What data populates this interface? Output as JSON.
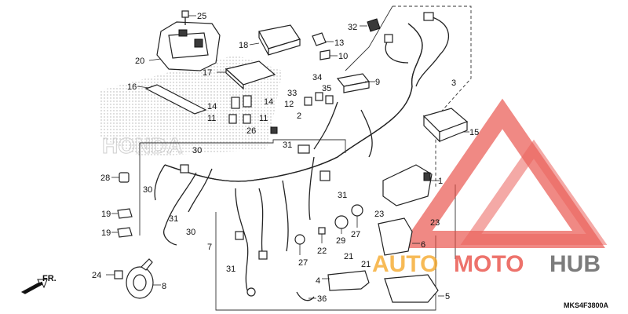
{
  "diagram": {
    "part_code": "MKS4F3800A",
    "direction_label": "FR.",
    "callouts": [
      "1",
      "2",
      "3",
      "4",
      "5",
      "6",
      "7",
      "8",
      "9",
      "10",
      "11",
      "12",
      "13",
      "14",
      "15",
      "16",
      "17",
      "18",
      "19",
      "20",
      "21",
      "22",
      "23",
      "24",
      "25",
      "26",
      "27",
      "28",
      "29",
      "30",
      "31",
      "32",
      "33",
      "34",
      "35",
      "36"
    ]
  },
  "watermark": {
    "text_part1": "AUTO",
    "text_part2": "MOTO",
    "text_part3": "HUB",
    "colors": {
      "red": "#e8473f",
      "orange": "#f5a623",
      "gray": "#555555"
    }
  }
}
